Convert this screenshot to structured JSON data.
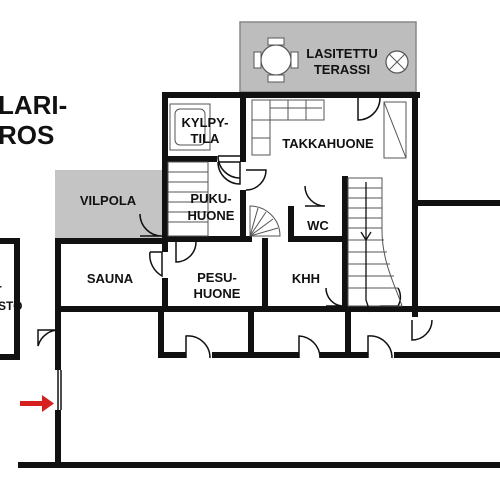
{
  "floor_title_lines": [
    "LARI-",
    "ROS"
  ],
  "rooms": {
    "lasitettu_terassi": [
      "LASITETTU",
      "TERASSI"
    ],
    "kylpytila": [
      "KYLPY-",
      "TILA"
    ],
    "takkahuone": "TAKKAHUONE",
    "vilpola": "VILPOLA",
    "pukuhuone": [
      "PUKU-",
      "HUONE"
    ],
    "wc": "WC",
    "sauna": "SAUNA",
    "pesuhuone": [
      "PESU-",
      "HUONE"
    ],
    "khh": "KHH",
    "left_room_fragment": [
      "-",
      "STO"
    ]
  },
  "colors": {
    "wall": "#111111",
    "terrace_fill": "#bdbdbd",
    "vilpola_fill": "#c4c4c4",
    "entrance_arrow": "#d62020"
  },
  "icons": {
    "entrance_arrow": "arrow-right-icon"
  }
}
